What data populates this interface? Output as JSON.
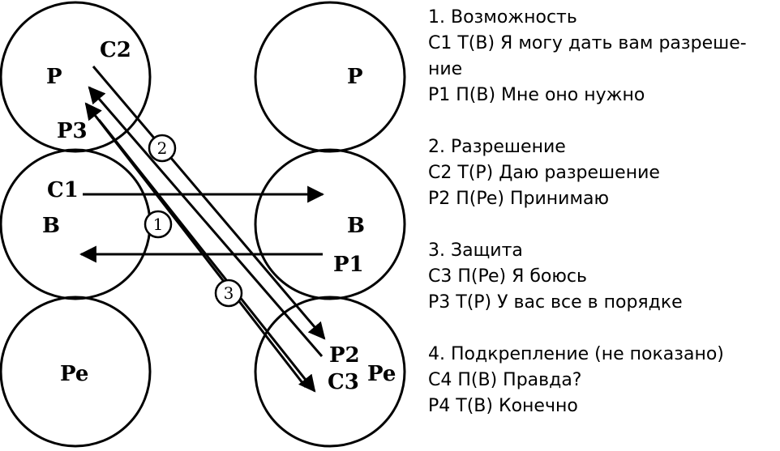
{
  "diagram": {
    "circles": {
      "left_top": "P",
      "left_mid": "B",
      "left_bot": "Pe",
      "right_top": "P",
      "right_mid": "B",
      "right_bot": "Pe"
    },
    "labels": {
      "c1": "C1",
      "c2": "C2",
      "c3": "C3",
      "p1": "P1",
      "p2": "P2",
      "p3": "P3"
    },
    "step_markers": [
      "1",
      "2",
      "3"
    ]
  },
  "legend": {
    "sections": [
      {
        "lines": [
          "1. Возможность",
          "C1 T(B) Я могу дать вам разреше-",
          "ние",
          "P1 П(B) Мне оно нужно"
        ]
      },
      {
        "lines": [
          "2. Разрешение",
          "C2 T(P) Даю разрешение",
          "P2 П(Pe) Принимаю"
        ]
      },
      {
        "lines": [
          "3. Защита",
          "C3 П(Pe) Я боюсь",
          "P3 T(P) У вас все в порядке"
        ]
      },
      {
        "lines": [
          "4. Подкрепление (не показано)",
          "C4 П(B) Правда?",
          "P4 T(B) Конечно"
        ]
      }
    ]
  }
}
